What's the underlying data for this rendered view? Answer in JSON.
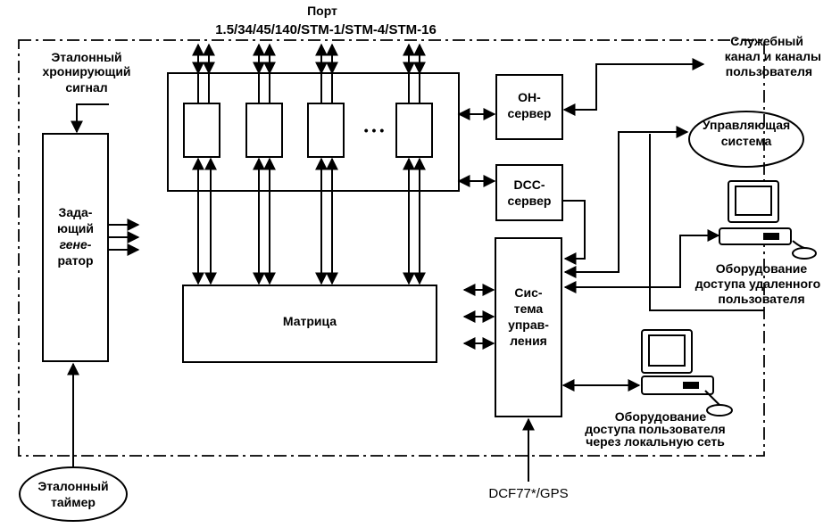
{
  "labels": {
    "port_title": "Порт",
    "port_rates": "1.5/34/45/140/STM-1/STM-4/STM-16",
    "ref_clock_l1": "Эталонный",
    "ref_clock_l2": "хронирующий",
    "ref_clock_l3": "сигнал",
    "master_gen_l1": "Зада-",
    "master_gen_l2": "ющий",
    "master_gen_l3": "гене-",
    "master_gen_l4": "ратор",
    "matrix": "Матрица",
    "oh_server_l1": "OH-",
    "oh_server_l2": "сервер",
    "dcc_server_l1": "DCC-",
    "dcc_server_l2": "сервер",
    "control_system_l1": "Сис-",
    "control_system_l2": "тема",
    "control_system_l3": "управ-",
    "control_system_l4": "ления",
    "service_channel_l1": "Служебный",
    "service_channel_l2": "канал и каналы",
    "service_channel_l3": "пользователя",
    "managing_system_l1": "Управляющая",
    "managing_system_l2": "система",
    "remote_access_l1": "Оборудование",
    "remote_access_l2": "доступа удаленного",
    "remote_access_l3": "пользователя",
    "local_access_l1": "Оборудование",
    "local_access_l2": "доступа пользователя",
    "local_access_l3": "через локальную сеть",
    "ref_timer_l1": "Эталонный",
    "ref_timer_l2": "таймер",
    "gps": "DCF77*/GPS",
    "ellipsis": "• • •"
  }
}
